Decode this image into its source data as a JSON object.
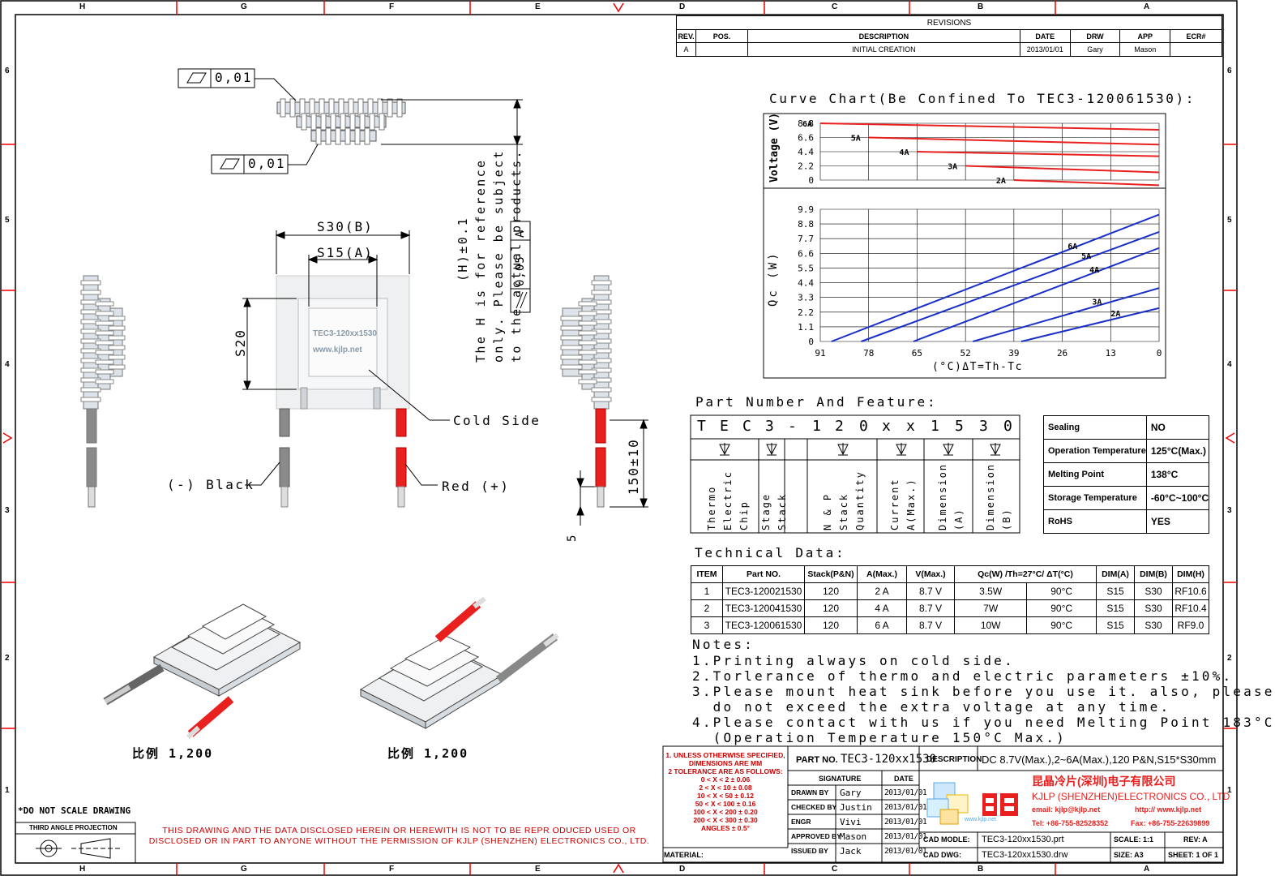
{
  "frame": {
    "columns": [
      "H",
      "G",
      "F",
      "E",
      "D",
      "C",
      "B",
      "A"
    ],
    "rows": [
      "6",
      "5",
      "4",
      "3",
      "2",
      "1"
    ]
  },
  "revisions": {
    "title": "REVISIONS",
    "headers": [
      "REV.",
      "POS.",
      "DESCRIPTION",
      "DATE",
      "DRW",
      "APP",
      "ECR#"
    ],
    "rows": [
      [
        "A",
        "",
        "INITIAL CREATION",
        "2013/01/01",
        "Gary",
        "Mason",
        ""
      ]
    ]
  },
  "drawing": {
    "flatness_top": "0,01",
    "flatness_bottom": "0,01",
    "height_note": [
      "(H)±0.1",
      "The H is for reference",
      "only. Please be subject",
      "to the actual products."
    ],
    "parallel_tol": "0,05",
    "parallel_datum": "A",
    "dim_s30": "S30(B)",
    "dim_s15": "S15(A)",
    "dim_s20": "S20",
    "print_line1": "TEC3-120xx1530",
    "print_line2": "www.kjlp.net",
    "cold_side": "Cold Side",
    "black_lead": "(-) Black",
    "red_lead": "Red (+)",
    "lead_length": "150±10",
    "strip_length": "5",
    "scale_left": "比例 1,200",
    "scale_right": "比例 1,200",
    "do_not_scale": "*DO NOT SCALE DRAWING",
    "projection": "THIRD ANGLE PROJECTION"
  },
  "chart_title": "Curve Chart(Be Confined To TEC3-120061530):",
  "chart_data": [
    {
      "type": "line",
      "ylabel": "Voltage (V)",
      "yticks": [
        "8.8",
        "6.6",
        "4.4",
        "2.2",
        "0"
      ],
      "ylim": [
        0,
        8.8
      ],
      "xlim": [
        91,
        0
      ],
      "color": "#e8201e",
      "series": [
        {
          "name": "6A",
          "x": [
            91,
            0
          ],
          "y": [
            8.8,
            7.8
          ]
        },
        {
          "name": "5A",
          "x": [
            78,
            0
          ],
          "y": [
            6.6,
            5.5
          ]
        },
        {
          "name": "4A",
          "x": [
            65,
            0
          ],
          "y": [
            4.4,
            3.7
          ]
        },
        {
          "name": "3A",
          "x": [
            52,
            0
          ],
          "y": [
            2.2,
            1.2
          ]
        },
        {
          "name": "2A",
          "x": [
            39,
            0
          ],
          "y": [
            0.0,
            -0.8
          ]
        }
      ]
    },
    {
      "type": "line",
      "ylabel": "Qc (W)",
      "xlabel": "(°C)ΔT=Th-Tc",
      "yticks": [
        "9.9",
        "8.8",
        "7.7",
        "6.6",
        "5.5",
        "4.4",
        "3.3",
        "2.2",
        "1.1",
        "0"
      ],
      "xticks": [
        "91",
        "78",
        "65",
        "52",
        "39",
        "26",
        "13",
        "0"
      ],
      "ylim": [
        0,
        9.9
      ],
      "xlim": [
        91,
        0
      ],
      "grid": true,
      "color": "#1a2fc9",
      "series": [
        {
          "name": "6A",
          "x": [
            88,
            0
          ],
          "y": [
            0,
            9.5
          ]
        },
        {
          "name": "5A",
          "x": [
            80,
            0
          ],
          "y": [
            0,
            8.2
          ]
        },
        {
          "name": "4A",
          "x": [
            66,
            0
          ],
          "y": [
            0,
            7.0
          ]
        },
        {
          "name": "3A",
          "x": [
            50,
            0
          ],
          "y": [
            0,
            4.0
          ]
        },
        {
          "name": "2A",
          "x": [
            37,
            0
          ],
          "y": [
            0,
            2.5
          ]
        }
      ]
    }
  ],
  "part_number": {
    "title": "Part Number And Feature:",
    "chars": [
      "T",
      "E",
      "C",
      "3",
      "-",
      "1",
      "2",
      "0",
      "x",
      "x",
      "1",
      "5",
      "3",
      "0"
    ],
    "labels": [
      "Thermo Electric Chip",
      "Stage Stack",
      "N & P Stack Quantity",
      "Current A(Max.)",
      "Dimension (A)",
      "Dimension (B)"
    ],
    "features": [
      [
        "Sealing",
        "NO"
      ],
      [
        "Operation Temperature",
        "125°C(Max.)"
      ],
      [
        "Melting Point",
        "138°C"
      ],
      [
        "Storage Temperature",
        "-60°C~100°C"
      ],
      [
        "RoHS",
        "YES"
      ]
    ]
  },
  "tech": {
    "title": "Technical Data:",
    "headers": [
      "ITEM",
      "Part NO.",
      "Stack(P&N)",
      "A(Max.)",
      "V(Max.)",
      "Qc(W) /Th=27°C/ ΔT(°C)",
      "DIM(A)",
      "DIM(B)",
      "DIM(H)"
    ],
    "rows": [
      [
        "1",
        "TEC3-120021530",
        "120",
        "2 A",
        "8.7 V",
        "3.5W",
        "90°C",
        "S15",
        "S30",
        "RF10.6"
      ],
      [
        "2",
        "TEC3-120041530",
        "120",
        "4 A",
        "8.7 V",
        "7W",
        "90°C",
        "S15",
        "S30",
        "RF10.4"
      ],
      [
        "3",
        "TEC3-120061530",
        "120",
        "6 A",
        "8.7 V",
        "10W",
        "90°C",
        "S15",
        "S30",
        "RF9.0"
      ]
    ]
  },
  "notes": {
    "title": "Notes:",
    "lines": [
      "1.Printing always on cold side.",
      "2.Torlerance of thermo and electric parameters ±10%.",
      "3.Please mount heat sink before you use it. also, please",
      "  do not exceed the extra voltage at any time.",
      "4.Please contact with us if you need Melting Point 183°C",
      "  (Operation Temperature 150°C Max.)"
    ]
  },
  "title_block": {
    "tolerance": [
      "1. UNLESS OTHERWISE SPECIFIED,",
      "DIMENSIONS ARE MM",
      "2 TOLERANCE ARE AS FOLLOWS:",
      "0 < X < 2 ± 0.06",
      "2 < X < 10 ± 0.08",
      "10 < X < 50 ± 0.12",
      "50 < X < 100 ± 0.16",
      "100 < X < 200 ± 0.20",
      "200 < X < 300 ± 0.30",
      "ANGLES ± 0.5°"
    ],
    "part_no_label": "PART NO.",
    "part_no": "TEC3-120xx1530",
    "desc_label": "DESCRIPTION",
    "description": "DC 8.7V(Max.),2~6A(Max.),120 P&N,S15*S30mm",
    "sig_headers": [
      "SIGNATURE",
      "DATE"
    ],
    "signatures": [
      [
        "DRAWN BY",
        "Gary",
        "2013/01/01"
      ],
      [
        "CHECKED BY",
        "Justin",
        "2013/01/01"
      ],
      [
        "ENGR",
        "Vivi",
        "2013/01/01"
      ],
      [
        "APPROVED BY",
        "Mason",
        "2013/01/01"
      ],
      [
        "ISSUED BY",
        "Jack",
        "2013/01/01"
      ]
    ],
    "company_cn": "昆晶冷片(深圳)电子有限公司",
    "company_en": "KJLP (SHENZHEN)ELECTRONICS CO., LTD",
    "email": "email: kjlp@kjlp.net",
    "web": "http:// www.kjlp.net",
    "tel": "Tel: +86-755-82528352",
    "fax": "Fax: +86-755-22639899",
    "logo_site": "www.kjlp.net",
    "cad_model_label": "CAD MODLE:",
    "cad_model": "TEC3-120xx1530.prt",
    "cad_dwg_label": "CAD DWG:",
    "cad_dwg": "TEC3-120xx1530.drw",
    "scale_label": "SCALE: 1:1",
    "size_label": "SIZE: A3",
    "rev_label": "REV: A",
    "sheet_label": "SHEET: 1 OF 1",
    "material_label": "MATERIAL:",
    "disclaimer": "THIS DRAWING AND THE DATA DISCLOSED HEREIN OR HEREWITH IS NOT TO BE REPR ODUCED USED OR DISCLOSED OR IN PART TO ANYONE WITHOUT THE PERMISSION OF KJLP (SHENZHEN) ELECTRONICS CO., LTD."
  }
}
